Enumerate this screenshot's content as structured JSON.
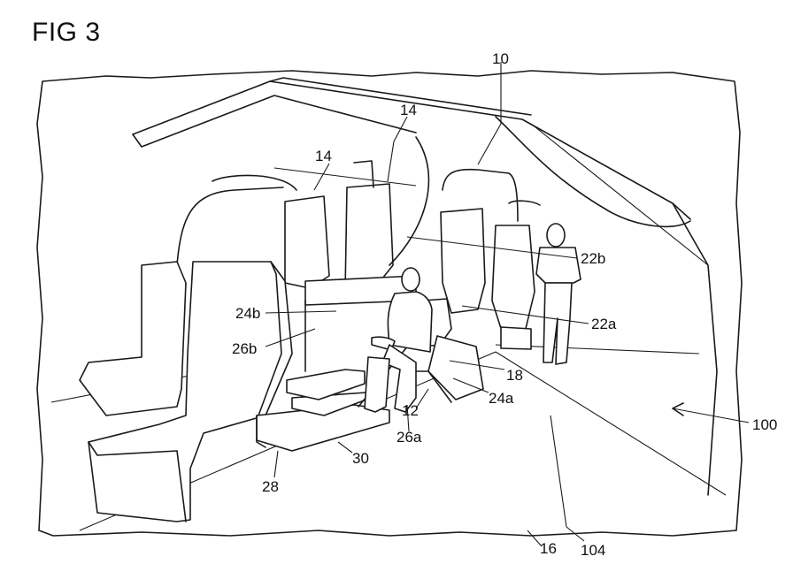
{
  "figure": {
    "title": "FIG 3"
  },
  "labels": [
    {
      "id": "10",
      "text": "10"
    },
    {
      "id": "14a",
      "text": "14"
    },
    {
      "id": "14b",
      "text": "14"
    },
    {
      "id": "22b",
      "text": "22b"
    },
    {
      "id": "24b",
      "text": "24b"
    },
    {
      "id": "22a",
      "text": "22a"
    },
    {
      "id": "26b",
      "text": "26b"
    },
    {
      "id": "18",
      "text": "18"
    },
    {
      "id": "24a",
      "text": "24a"
    },
    {
      "id": "12",
      "text": "12"
    },
    {
      "id": "26a",
      "text": "26a"
    },
    {
      "id": "100",
      "text": "100"
    },
    {
      "id": "30",
      "text": "30"
    },
    {
      "id": "28",
      "text": "28"
    },
    {
      "id": "16",
      "text": "16"
    },
    {
      "id": "104",
      "text": "104"
    }
  ]
}
